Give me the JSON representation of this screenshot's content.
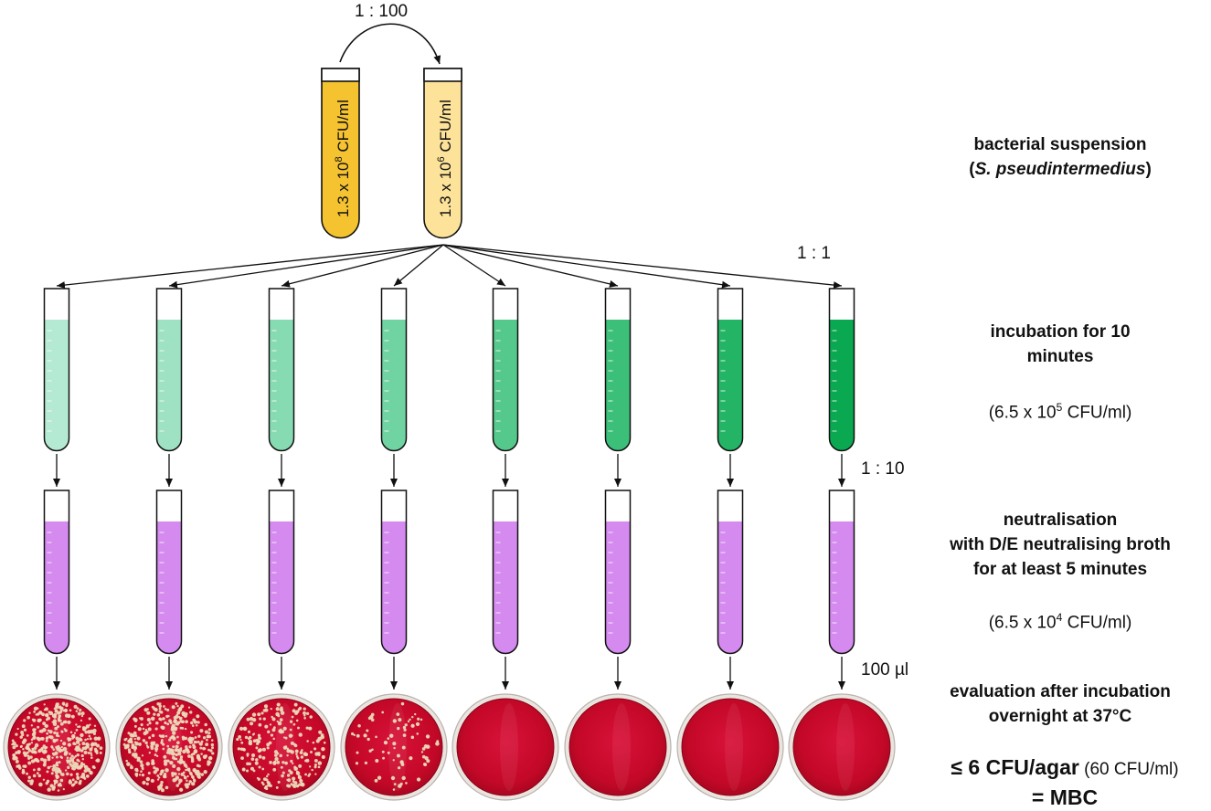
{
  "dilution": {
    "stock_label_prefix": "1.3 x 10",
    "stock_exp": "8",
    "stock_unit": " CFU/ml",
    "working_label_prefix": "1.3 x 10",
    "working_exp": "6",
    "working_unit": " CFU/ml",
    "ratio_stock_to_working": "1 : 100",
    "ratio_to_tubes": "1 : 1",
    "ratio_to_neutralisation": "1 : 10",
    "plating_volume": "100 µl"
  },
  "steps": {
    "suspension_line1": "bacterial suspension",
    "suspension_line2_open": "(",
    "suspension_species": "S. pseudintermedius",
    "suspension_line2_close": ")",
    "incubation_line1": "incubation for 10",
    "incubation_line2": "minutes",
    "incubation_conc_prefix": "(6.5 x 10",
    "incubation_conc_exp": "5",
    "incubation_conc_suffix": " CFU/ml)",
    "neutral_line1": "neutralisation",
    "neutral_line2": "with D/E neutralising broth",
    "neutral_line3": "for at least 5 minutes",
    "neutral_conc_prefix": "(6.5 x 10",
    "neutral_conc_exp": "4",
    "neutral_conc_suffix": " CFU/ml)",
    "eval_line1": "evaluation after incubation",
    "eval_line2": "overnight at 37°C",
    "mbc_bold": "≤ 6 CFU/agar",
    "mbc_normal": " (60 CFU/ml)",
    "mbc_line2": "= MBC"
  },
  "colors": {
    "stock_fill": "#f5c230",
    "working_fill": "#fde39a",
    "broth": "#d58af0",
    "agar": "#cc0a2c",
    "tube_fills": [
      "#b4ead3",
      "#9ee2c3",
      "#87dbb3",
      "#70d3a2",
      "#55c98c",
      "#3cbf78",
      "#23b565",
      "#0aa850"
    ]
  },
  "plates": {
    "colony_density": [
      1.0,
      0.9,
      0.55,
      0.18,
      0,
      0,
      0,
      0
    ]
  }
}
